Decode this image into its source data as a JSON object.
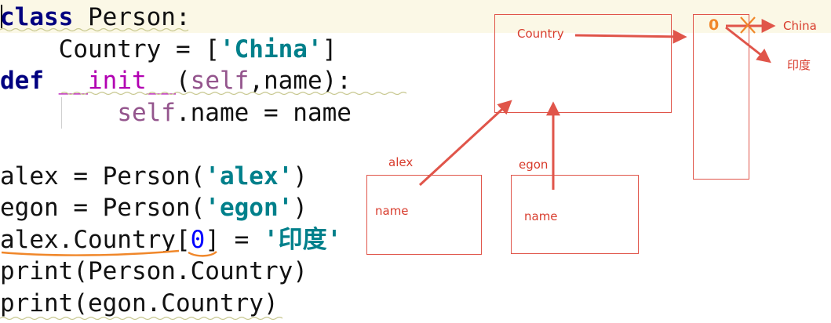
{
  "code": {
    "line1": {
      "kw": "class",
      "rest": " Person:"
    },
    "line2": {
      "pre": "    Country = [",
      "str": "'China'",
      "post": "]"
    },
    "line3": {
      "kw": "def",
      "sp": " ",
      "magic": "__init__",
      "open": "(",
      "self": "self",
      "post": ",name):"
    },
    "line4": {
      "pre": "        ",
      "self": "self",
      "post": ".name = name"
    },
    "line5": {
      "pre": "alex = Person(",
      "str": "'alex'",
      "post": ")"
    },
    "line6": {
      "pre": "egon = Person(",
      "str": "'egon'",
      "post": ")"
    },
    "line7": {
      "pre": "alex.Country[",
      "num": "0",
      "mid": "] = ",
      "str": "'印度'"
    },
    "line8": {
      "text": "print(Person.Country)"
    },
    "line9": {
      "text": "print(egon.Country)"
    }
  },
  "diagram": {
    "class_box_label": "Country",
    "list_index": "0",
    "old_value": "China",
    "new_value": "印度",
    "alex_label": "alex",
    "alex_attr": "name",
    "egon_label": "egon",
    "egon_attr": "name"
  },
  "colors": {
    "annotation": "#e0554a",
    "index_mark": "#f0872a",
    "keyword": "#000080",
    "string": "#00808b"
  }
}
